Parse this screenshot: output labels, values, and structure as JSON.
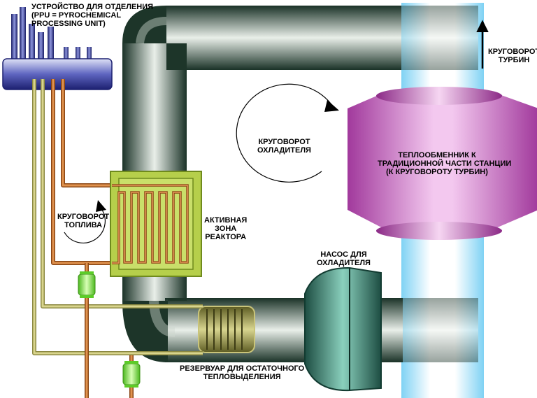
{
  "labels": {
    "ppu": [
      "УСТРОЙСТВО ДЛЯ ОТДЕЛЕНИЯ",
      "(PPU = PYROCHEMICAL",
      "PROCESSING UNIT)"
    ],
    "turbine_loop": [
      "КРУГОВОРОТ",
      "ТУРБИН"
    ],
    "coolant_loop": [
      "КРУГОВОРОТ",
      "ОХЛАДИТЕЛЯ"
    ],
    "heat_exchanger": [
      "ТЕПЛООБМЕННИК К",
      "ТРАДИЦИОННОЙ ЧАСТИ СТАНЦИИ",
      "(К КРУГОВОРОТУ ТУРБИН)"
    ],
    "fuel_loop": [
      "КРУГОВОРОТ",
      "ТОПЛИВА"
    ],
    "reactor_core": [
      "АКТИВНАЯ",
      "ЗОНА",
      "РЕАКТОРА"
    ],
    "coolant_pump": [
      "НАСОС ДЛЯ",
      "ОХЛАДИТЕЛЯ"
    ],
    "decay_tank": [
      "РЕЗЕРВУАР ДЛЯ ОСТАТОЧНОГО",
      "ТЕПЛОВЫДЕЛЕНИЯ"
    ]
  },
  "colors": {
    "coolant_pipe": "#1e3b2c",
    "turbine_pipe": "#bfe6f7",
    "heat_exchanger": "#a33f9e",
    "reactor_core": "#a8c64a",
    "fuel_pipe": "#c8742e",
    "salt_pipe": "#c9c47a",
    "ppu": "#2b2f86",
    "valve": "#7de83a",
    "pump": "#2f7a6a"
  }
}
